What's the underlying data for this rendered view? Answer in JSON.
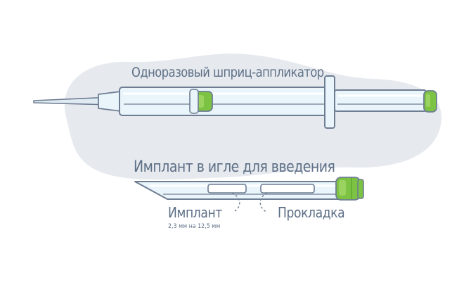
{
  "labels": {
    "syringe_title": "Одноразовый шприц-аппликатор",
    "needle_title": "Имплант в игле для введения",
    "implant": "Имплант",
    "implant_size": "2,3 мм на 12,5 мм",
    "spacer": "Прокладка"
  },
  "colors": {
    "background_blob": "#e6e9ee",
    "outline": "#6e7d92",
    "barrel": "#e9f4fb",
    "barrel_highlight": "#ffffff",
    "accent_green": "#7cc243",
    "accent_green_dark": "#5ea52e",
    "text": "#5d6f86"
  }
}
